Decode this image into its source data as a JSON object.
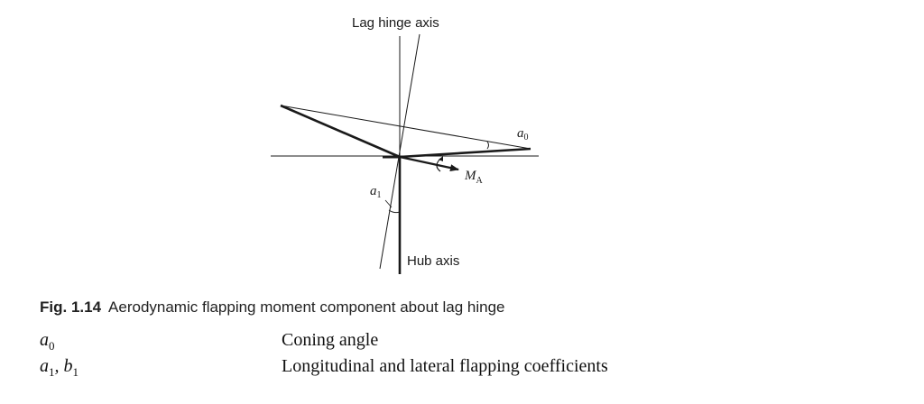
{
  "figure": {
    "label_lag_hinge_axis": "Lag hinge axis",
    "label_hub_axis": "Hub axis",
    "label_a0": "a",
    "label_a0_sub": "0",
    "label_a1": "a",
    "label_a1_sub": "1",
    "label_ma": "M",
    "label_ma_sub": "A"
  },
  "caption": {
    "number": "Fig. 1.14",
    "text": "Aerodynamic flapping moment component about lag hinge"
  },
  "nomenclature": [
    {
      "symbol": "a",
      "sub": "0",
      "symbol_rest": "",
      "definition": "Coning angle"
    },
    {
      "symbol": "a",
      "sub": "1",
      "symbol_rest": ", b",
      "sub2": "1",
      "definition": "Longitudinal and lateral flapping coefficients"
    }
  ]
}
